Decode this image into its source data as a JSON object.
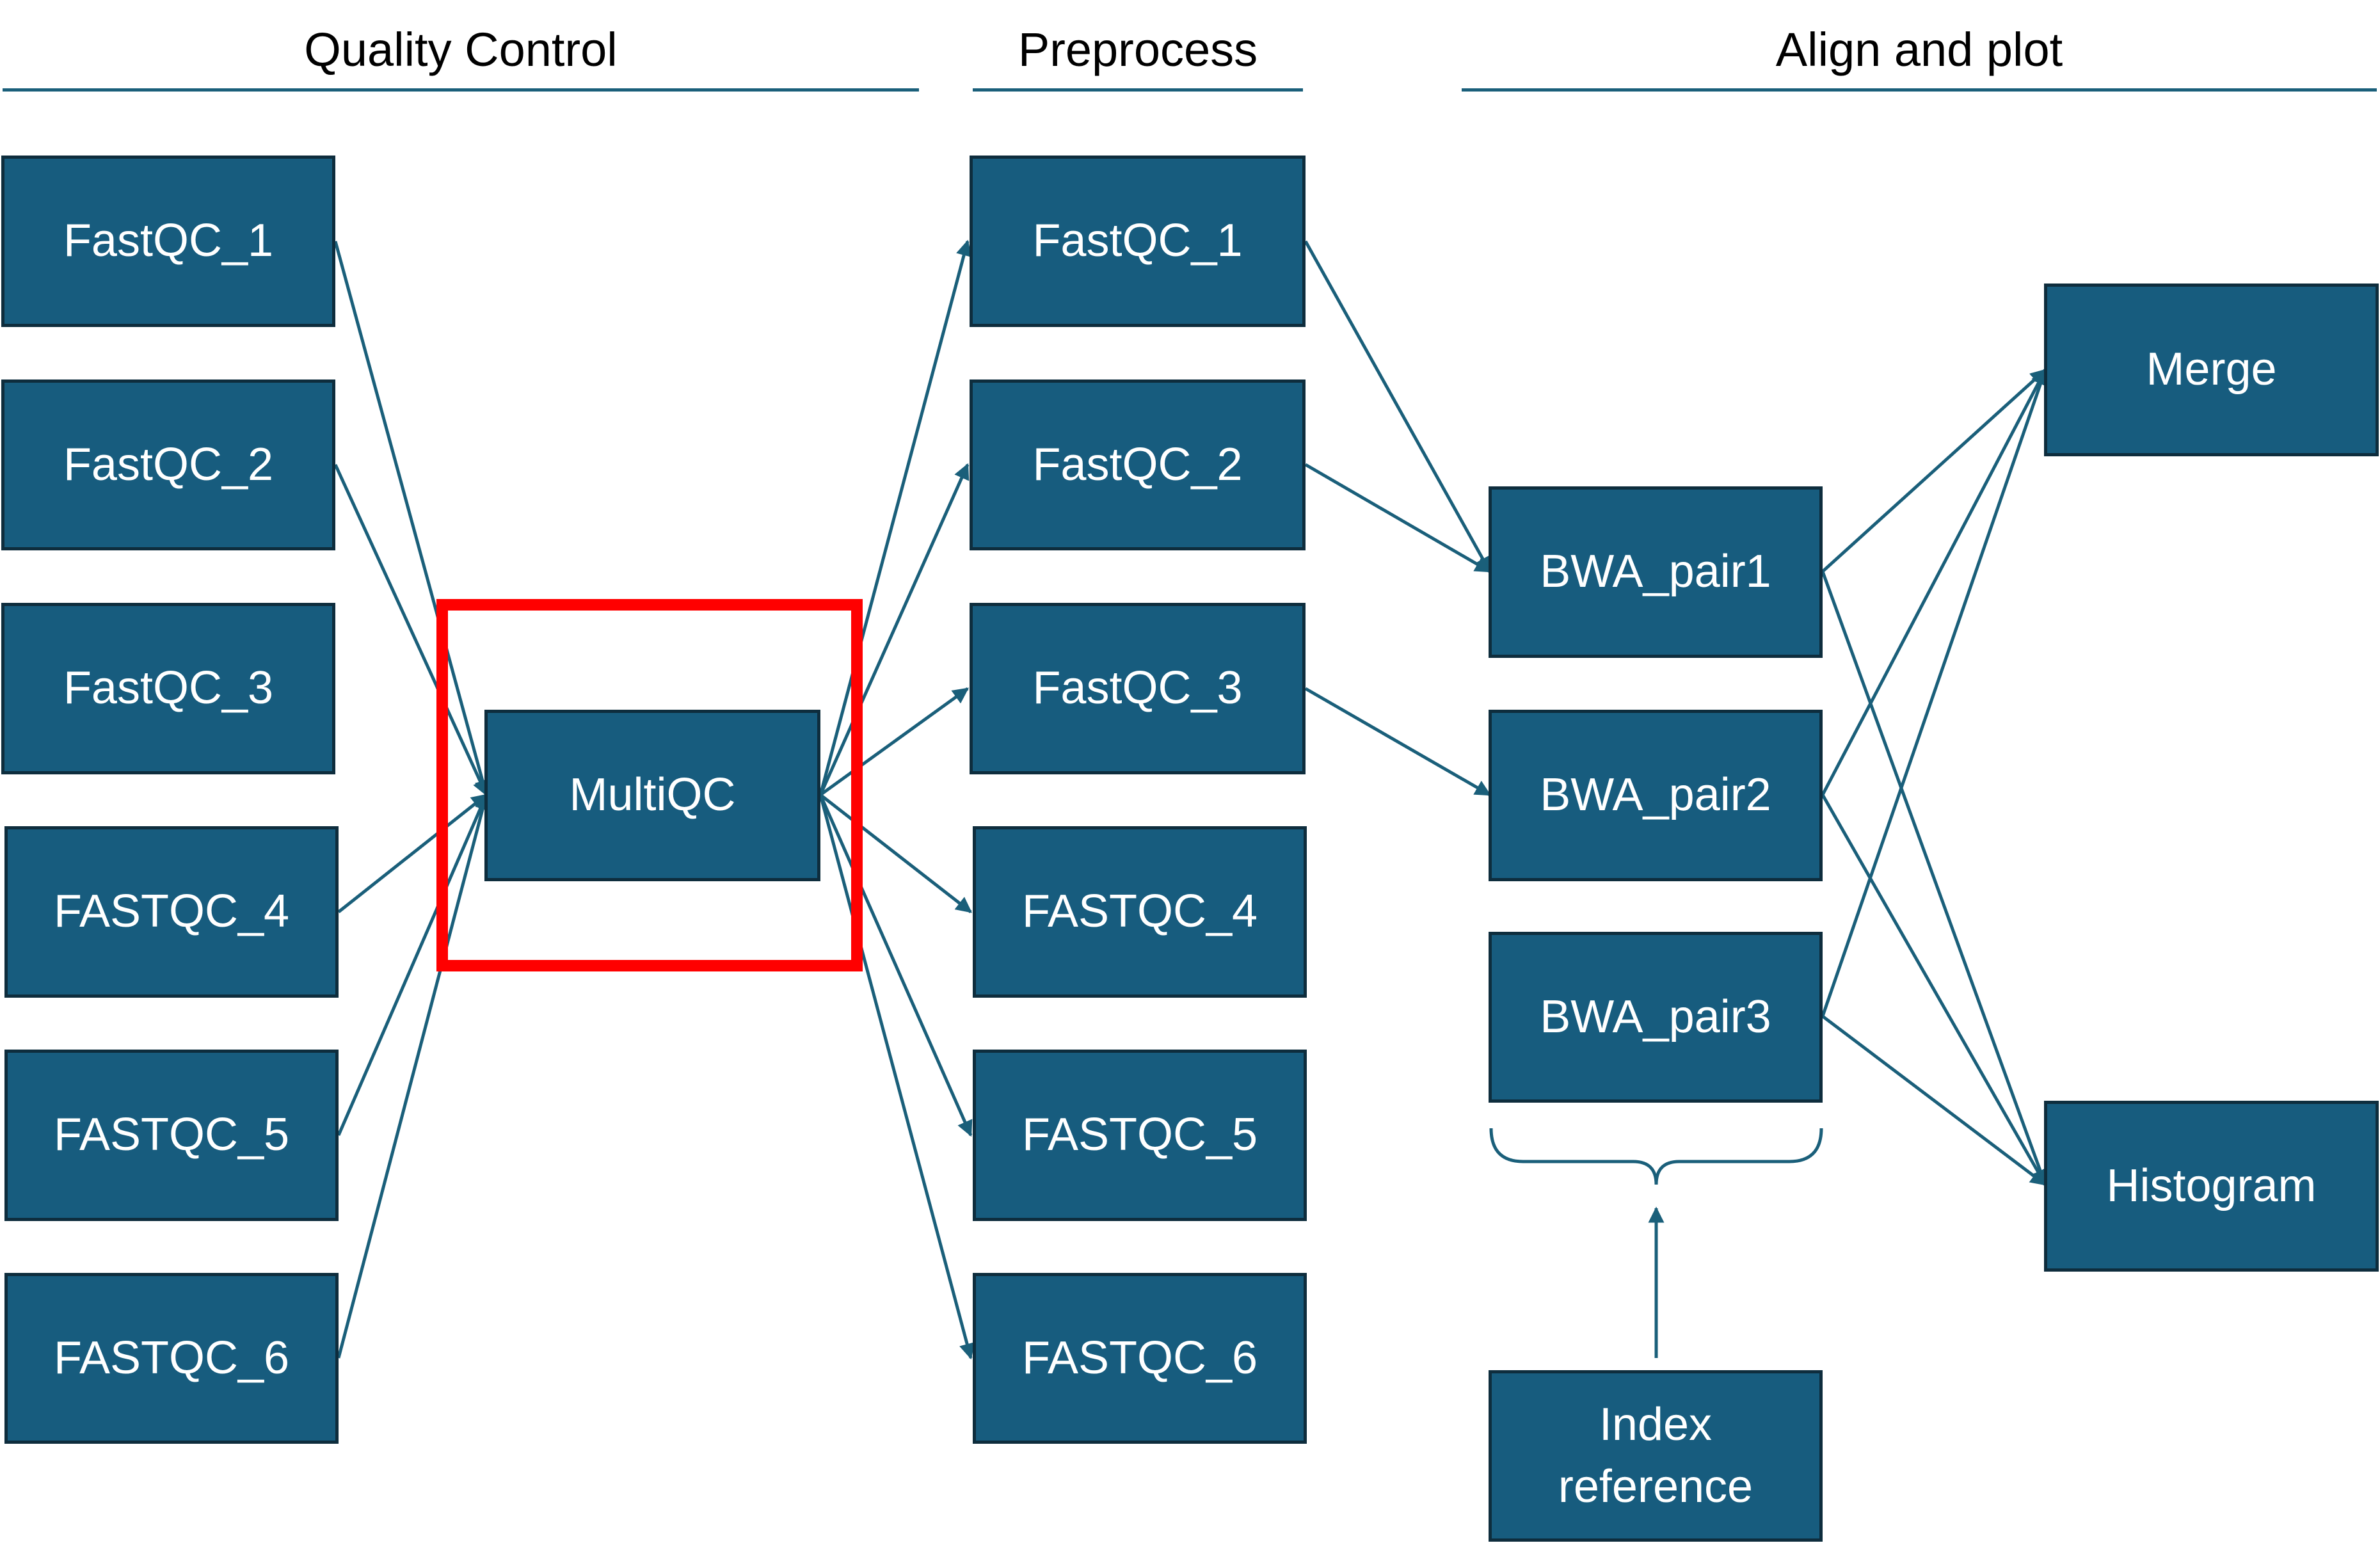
{
  "sections": {
    "quality_control": "Quality Control",
    "preprocess": "Preprocess",
    "align_and_plot": "Align and plot"
  },
  "nodes": {
    "qc": [
      "FastQC_1",
      "FastQC_2",
      "FastQC_3",
      "FASTQC_4",
      "FASTQC_5",
      "FASTQC_6"
    ],
    "multiqc": "MultiQC",
    "pre": [
      "FastQC_1",
      "FastQC_2",
      "FastQC_3",
      "FASTQC_4",
      "FASTQC_5",
      "FASTQC_6"
    ],
    "bwa": [
      "BWA_pair1",
      "BWA_pair2",
      "BWA_pair3"
    ],
    "index": [
      "Index",
      "reference"
    ],
    "merge": "Merge",
    "histogram": "Histogram"
  },
  "colors": {
    "node_fill": "#175c7e",
    "node_border": "#0e2d3d",
    "node_text": "#ffffff",
    "connector": "#1a5f7a",
    "highlight": "#ff0000"
  },
  "icons": {
    "connector": "arrow",
    "bracket": "curly-brace"
  }
}
